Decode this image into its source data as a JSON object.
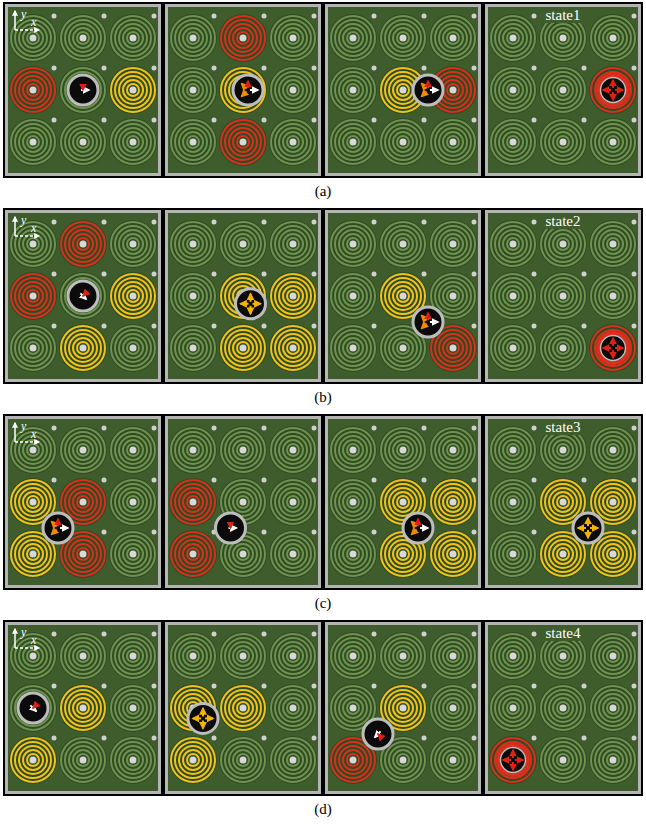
{
  "diagram": {
    "labels": [
      "y",
      "x",
      "state1",
      "(a)",
      "y",
      "x",
      "state2",
      "(b)",
      "y",
      "x",
      "state3",
      "(c)",
      "y",
      "x",
      "state4",
      "(d)"
    ]
  }
}
